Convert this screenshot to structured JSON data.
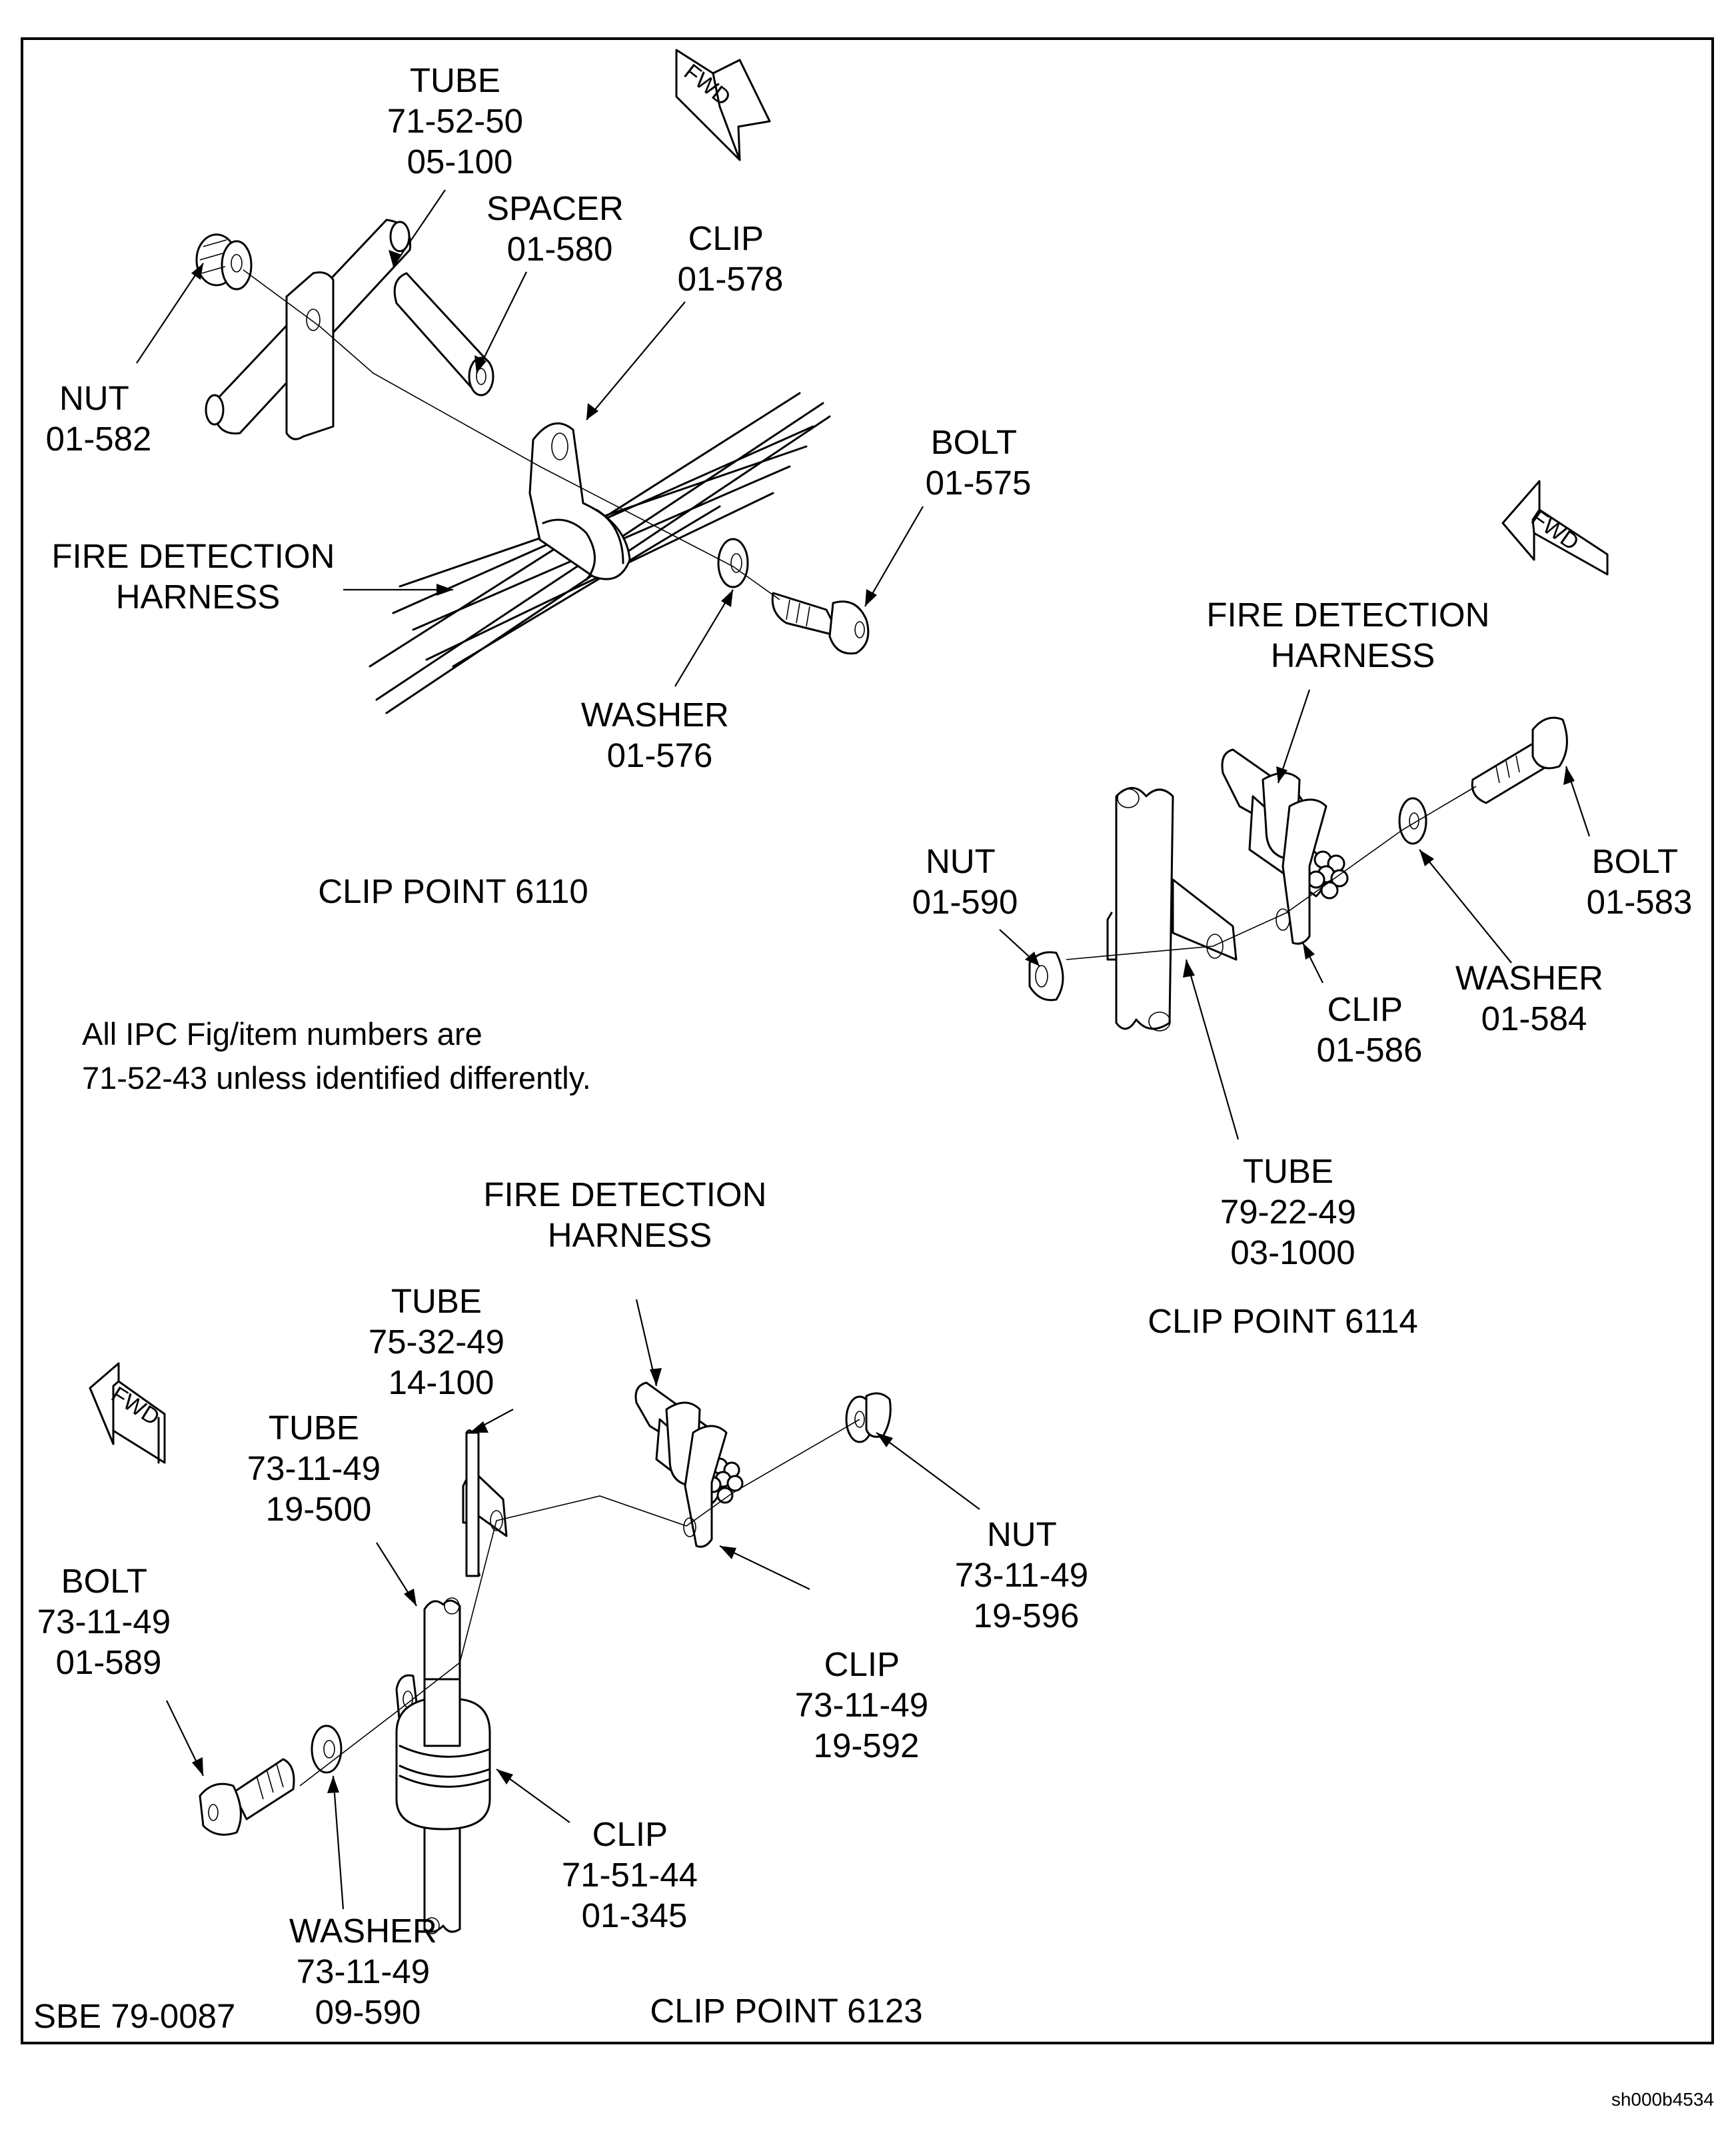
{
  "figure": {
    "note_lines": [
      "All IPC Fig/item numbers are",
      "71-52-43 unless identified differently."
    ],
    "service_bulletin": "SBE 79-0087",
    "sheet_id": "sh000b4534",
    "fwd_label": "FWD"
  },
  "clip_point_6110": {
    "title": "CLIP POINT 6110",
    "callouts": {
      "tube": [
        "TUBE",
        "71-52-50",
        "05-100"
      ],
      "spacer": [
        "SPACER",
        "01-580"
      ],
      "clip": [
        "CLIP",
        "01-578"
      ],
      "nut": [
        "NUT",
        "01-582"
      ],
      "bolt": [
        "BOLT",
        "01-575"
      ],
      "harness": [
        "FIRE DETECTION",
        "HARNESS"
      ],
      "washer": [
        "WASHER",
        "01-576"
      ]
    }
  },
  "clip_point_6114": {
    "title": "CLIP POINT 6114",
    "callouts": {
      "harness": [
        "FIRE DETECTION",
        "HARNESS"
      ],
      "nut": [
        "NUT",
        "01-590"
      ],
      "bolt": [
        "BOLT",
        "01-583"
      ],
      "washer": [
        "WASHER",
        "01-584"
      ],
      "clip": [
        "CLIP",
        "01-586"
      ],
      "tube": [
        "TUBE",
        "79-22-49",
        "03-1000"
      ]
    }
  },
  "clip_point_6123": {
    "title": "CLIP POINT 6123",
    "callouts": {
      "harness": [
        "FIRE DETECTION",
        "HARNESS"
      ],
      "tube_upper": [
        "TUBE",
        "75-32-49",
        "14-100"
      ],
      "tube_lower": [
        "TUBE",
        "73-11-49",
        "19-500"
      ],
      "nut": [
        "NUT",
        "73-11-49",
        "19-596"
      ],
      "bolt": [
        "BOLT",
        "73-11-49",
        "01-589"
      ],
      "clip_harness": [
        "CLIP",
        "73-11-49",
        "19-592"
      ],
      "clip_tube": [
        "CLIP",
        "71-51-44",
        "01-345"
      ],
      "washer": [
        "WASHER",
        "73-11-49",
        "09-590"
      ]
    }
  }
}
